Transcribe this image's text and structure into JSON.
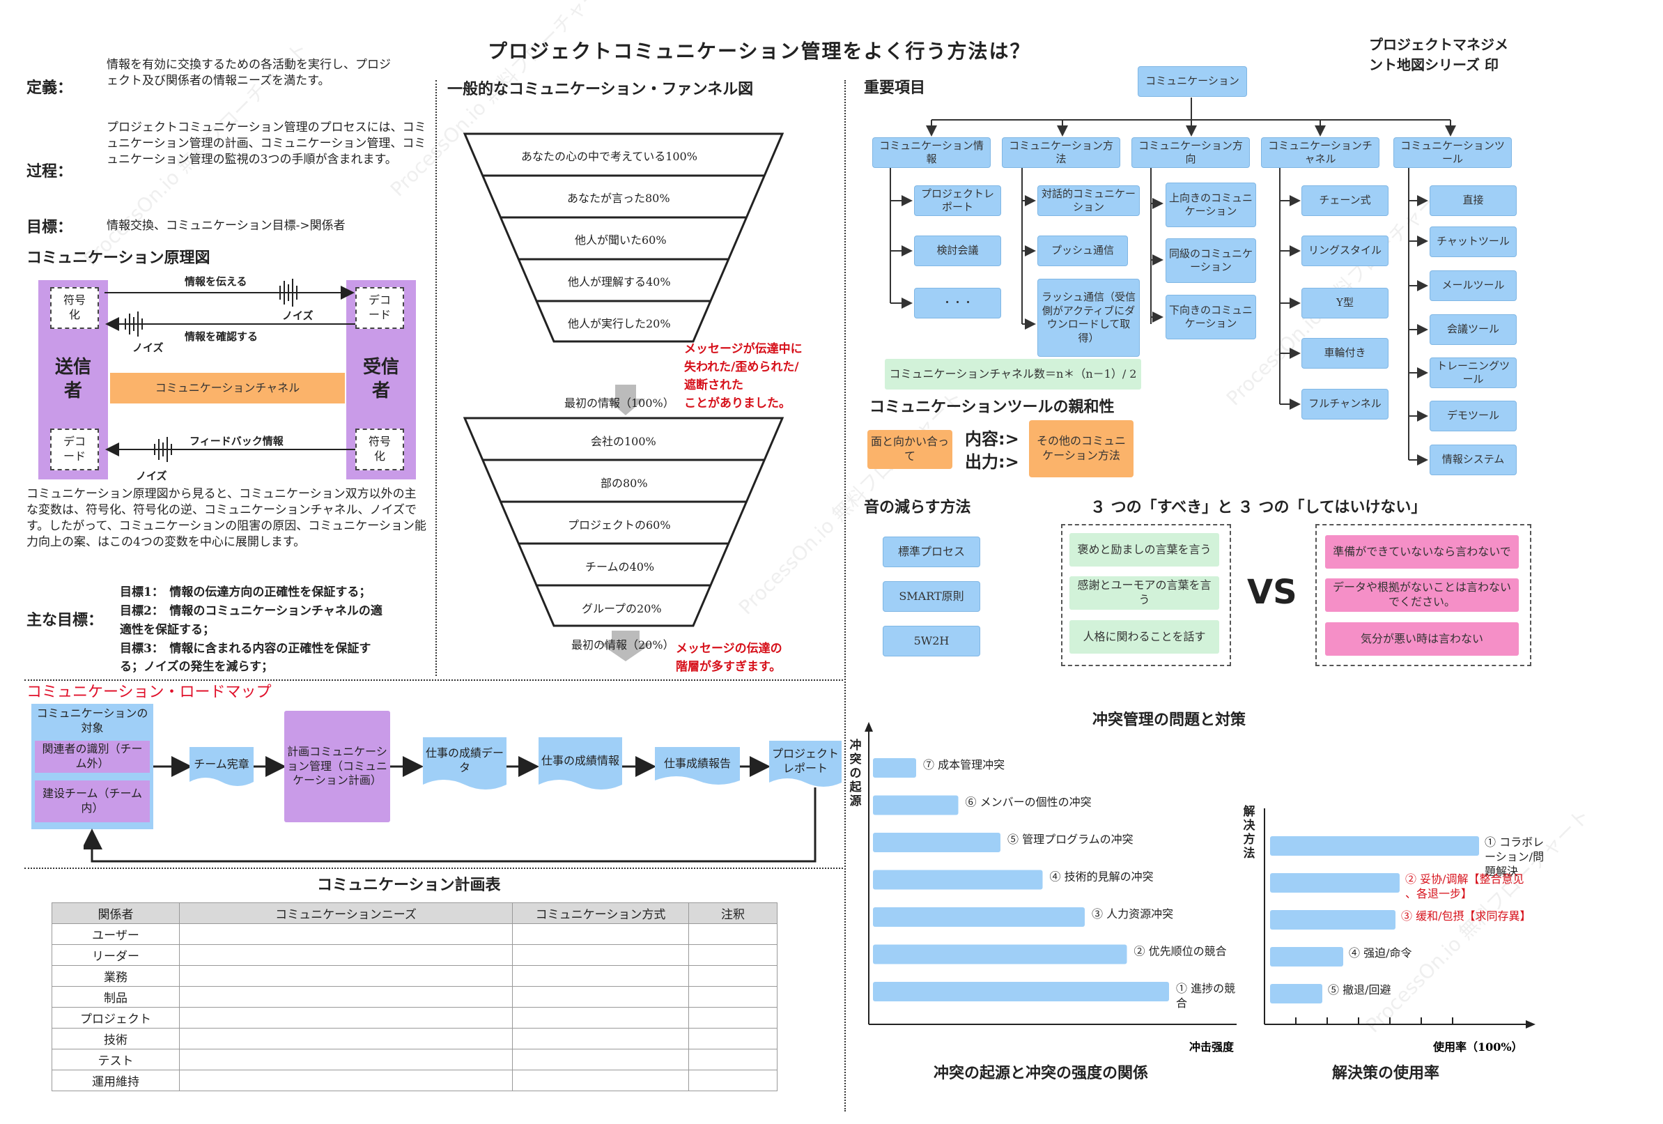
{
  "title": "プロジェクトコミュニケーション管理をよく行う方法は？",
  "series_label": [
    "プロジェクトマネジメ",
    "ント地図シリーズ 印"
  ],
  "watermark": "ProcessOn.io 無料フローチャート",
  "definition": {
    "label": "定義：",
    "text": "情報を有効に交換するための各活動を実行し、プロジェクト及び関係者の情報ニーズを満たす。"
  },
  "process": {
    "label": "过程：",
    "text": "プロジェクトコミュニケーション管理のプロセスには、コミュニケーション管理の計画、コミュニケーション管理、コミュニケーション管理の監視の3つの手順が含まれます。"
  },
  "goal": {
    "label": "目標：",
    "text": "情報交換、コミュニケーション目標->関係者"
  },
  "principle": {
    "title": "コミュニケーション原理図",
    "sender": "送信者",
    "receiver": "受信者",
    "encode1": "符号化",
    "decode1": "デコード",
    "decode2": "デコード",
    "encode2": "符号化",
    "msg_send": "情報を伝える",
    "msg_confirm": "情報を確認する",
    "channel": "コミュニケーションチャネル",
    "feedback": "フィードバック情報",
    "noise": "ノイズ",
    "description": "コミュニケーション原理図から見ると、コミュニケーション双方以外の主な変数は、符号化、符号化の逆、コミュニケーションチャネル、ノイズです。したがって、コミュニケーションの阻害の原因、コミュニケーション能力向上の案、はこの4つの変数を中心に展開します。"
  },
  "main_goals": {
    "label": "主な目標：",
    "items": [
      "目標1：　情報の伝達方向の正確性を保証する；",
      "目標2：　情報のコミュニケーションチャネルの適",
      "適性を保証する；",
      "目標3：　情報に含まれる内容の正確性を保証す",
      "る；ノイズの発生を減らす；"
    ]
  },
  "funnel": {
    "title": "一般的なコミュニケーション・ファンネル図",
    "top_levels": [
      "あなたの心の中で考えている100%",
      "あなたが言った80%",
      "他人が聞いた60%",
      "他人が理解する40%",
      "他人が実行した20%"
    ],
    "top_note": [
      "メッセージが伝達中に",
      "失われた/歪められた/",
      "遮断された",
      "ことがありました。"
    ],
    "mid_label": "最初の情報（100%）",
    "bottom_levels": [
      "会社の100%",
      "部の80%",
      "プロジェクトの60%",
      "チームの40%",
      "グループの20%"
    ],
    "bottom_label": "最初の情報（20%）",
    "bottom_note": [
      "メッセージの伝達の",
      "階層が多すぎます。"
    ]
  },
  "important": {
    "title": "重要項目",
    "root": "コミュニケーション",
    "columns": [
      {
        "head": "コミュニケーション情報",
        "items": [
          "プロジェクトレポート",
          "検討会議",
          "・・・"
        ]
      },
      {
        "head": "コミュニケーション方法",
        "items": [
          "対話的コミュニケーション",
          "プッシュ通信",
          "ラッシュ通信（受信側がアクティブにダウンロードして取得）"
        ]
      },
      {
        "head": "コミュニケーション方向",
        "items": [
          "上向きのコミュニケーション",
          "同級のコミュニケーション",
          "下向きのコミュニケーション"
        ]
      },
      {
        "head": "コミュニケーションチャネル",
        "items": [
          "チェーン式",
          "リングスタイル",
          "Y型",
          "車輪付き",
          "フルチャンネル"
        ]
      },
      {
        "head": "コミュニケーションツール",
        "items": [
          "直接",
          "チャットツール",
          "メールツール",
          "会議ツール",
          "トレーニングツール",
          "デモツール",
          "情報システム"
        ]
      }
    ],
    "formula": "コミュニケーションチャネル数＝n＊（n－1）/ 2"
  },
  "affinity": {
    "title": "コミュニケーションツールの親和性",
    "face": "面と向かい合って",
    "content": "内容:>",
    "output": "出力:>",
    "other": "その他のコミュニケーション方法"
  },
  "noise_reduce": {
    "title": "音の減らす方法",
    "items": [
      "標準プロセス",
      "SMART原則",
      "5W2H"
    ]
  },
  "should": {
    "title": "３ つの「すべき」と ３ つの「してはいけない」",
    "do": [
      "褒めと励ましの言葉を言う",
      "感謝とユーモアの言葉を言う",
      "人格に関わることを話す"
    ],
    "vs": "VS",
    "dont": [
      "準備ができていないなら言わないで",
      "データや根拠がないことは言わないでください。",
      "気分が悪い時は言わない"
    ]
  },
  "roadmap": {
    "title": "コミュニケーション・ロードマップ",
    "object_head": "コミュニケーションの対象",
    "object_items": [
      "関連者の識別（チーム外）",
      "建设チーム（チーム内）"
    ],
    "steps": [
      "チーム宪章",
      "計画コミュニケーション管理（コミュニケーション計画）",
      "仕事の成績データ",
      "仕事の成績情報",
      "仕事成績報告",
      "プロジェクトレポート"
    ]
  },
  "plan_table": {
    "title": "コミュニケーション計画表",
    "headers": [
      "関係者",
      "コミュニケーションニーズ",
      "コミュニケーション方式",
      "注釈"
    ],
    "rows": [
      "ユーザー",
      "リーダー",
      "業務",
      "制品",
      "プロジェクト",
      "技術",
      "テスト",
      "運用維持"
    ]
  },
  "conflict": {
    "title": "冲突管理の問題と対策",
    "chart_data": [
      {
        "type": "bar",
        "orientation": "horizontal",
        "title": "冲突の起源と冲突の强度の関係",
        "ylabel": "冲突の起源",
        "xlabel": "冲击强度",
        "categories": [
          "⑦ 成本管理冲突",
          "⑥ メンバーの個性の冲突",
          "⑤ 管理プログラムの冲突",
          "④ 技術的見解の冲突",
          "③ 人力资源冲突",
          "② 优先顺位の競合",
          "① 進捗の競合"
        ],
        "values": [
          1,
          2,
          3,
          4,
          5,
          6,
          7
        ]
      },
      {
        "type": "bar",
        "orientation": "horizontal",
        "title": "解決策の使用率",
        "ylabel": "解决方法",
        "xlabel": "使用率（100%）",
        "categories": [
          "① コラボレーション/問題解決",
          "② 妥协/调解【整合意见、各退一步】",
          "③ 缓和/包摂【求同存異】",
          "④ 强迫/命令",
          "⑤ 撤退/回避"
        ],
        "values": [
          100,
          62,
          60,
          35,
          25
        ]
      }
    ]
  }
}
